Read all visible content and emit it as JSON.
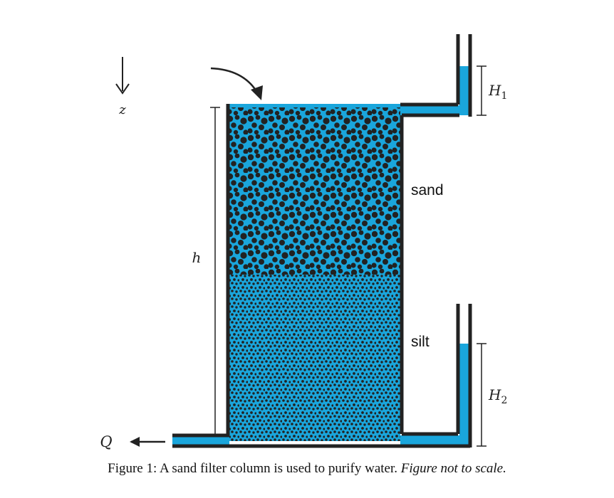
{
  "labels": {
    "z": "z",
    "h": "h",
    "Q": "Q",
    "H1_main": "H",
    "H1_sub": "1",
    "H2_main": "H",
    "H2_sub": "2",
    "sand": "sand",
    "silt": "silt"
  },
  "caption": {
    "prefix": "Figure 1:",
    "text": "A sand filter column is used to purify water.",
    "note": "Figure not to scale."
  },
  "colors": {
    "water": "#1aa6dc",
    "wall": "#222222",
    "grain": "#222222",
    "background": "#ffffff"
  },
  "icons": {
    "inflow": "curved-arrow-icon",
    "outflow": "left-arrow-icon",
    "depth_direction": "down-arrow-icon"
  }
}
